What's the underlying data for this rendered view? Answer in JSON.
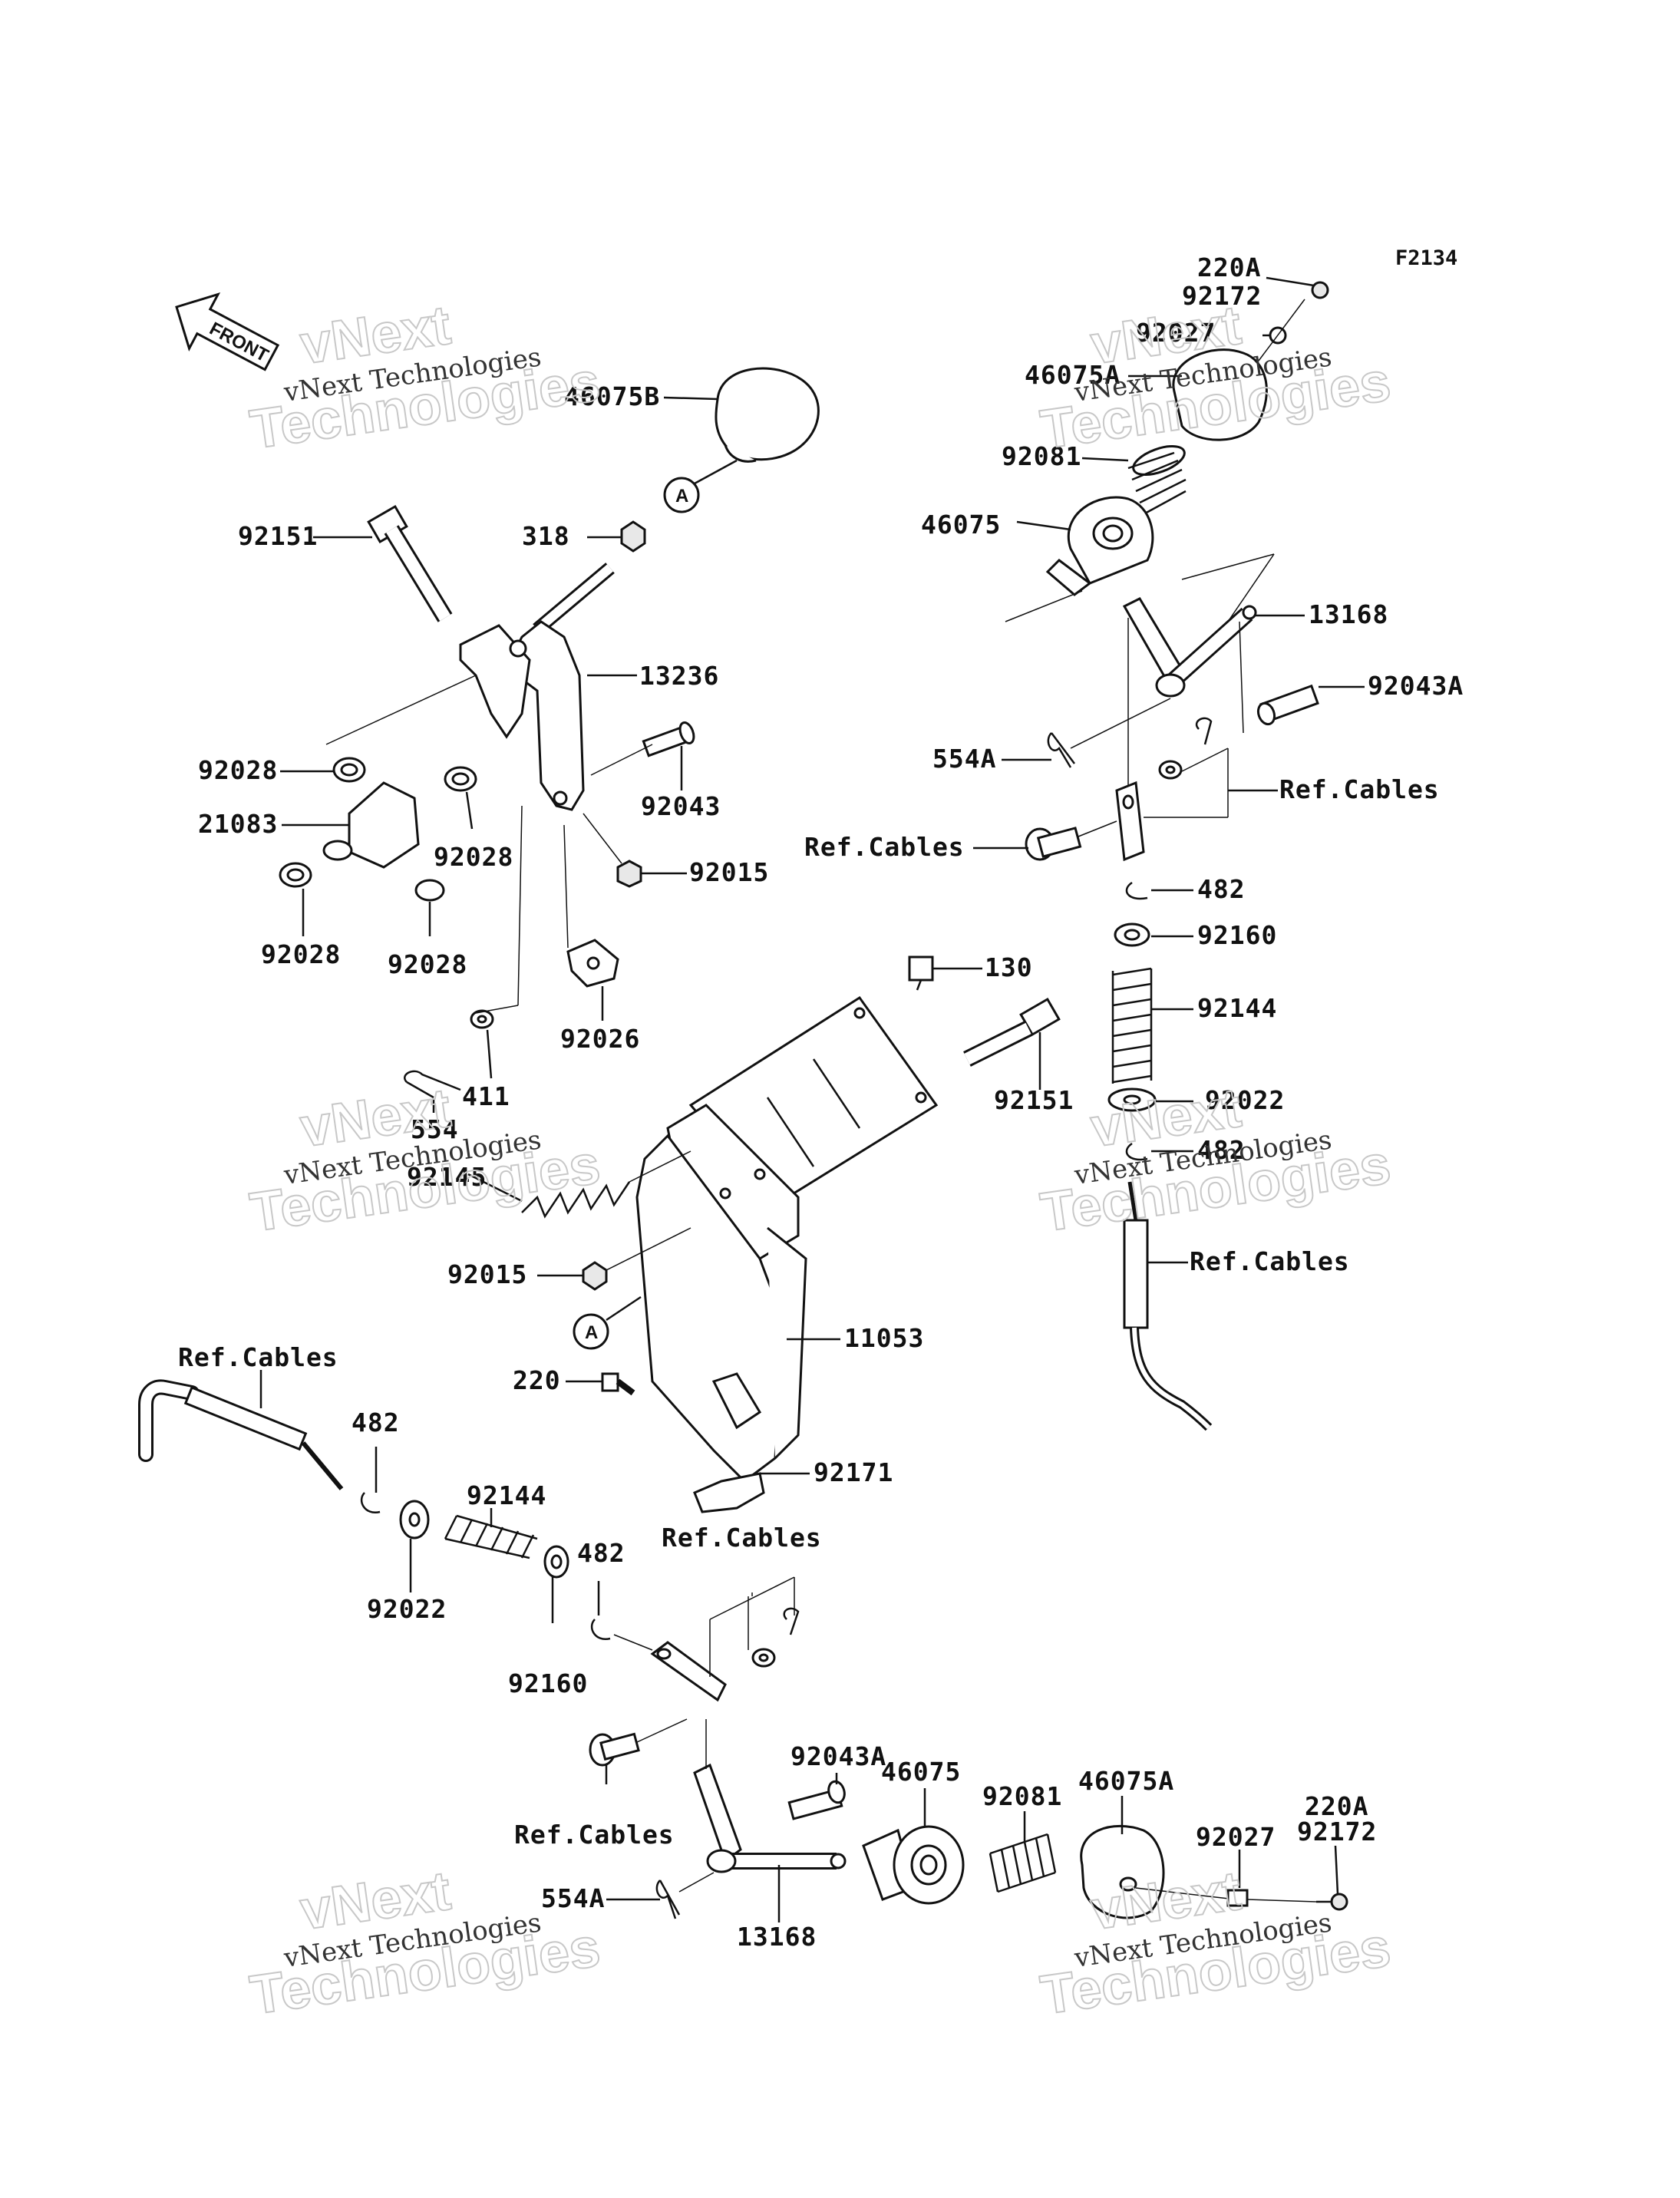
{
  "diagram_code": "F2134",
  "front_label": "FRONT",
  "callout_letter": "A",
  "watermark": {
    "line1": "vNext Technologies",
    "line2": "vNext",
    "line3": "Technologies"
  },
  "labels": {
    "p220A_top": "220A",
    "p92172_top": "92172",
    "p92027_top": "92027",
    "p46075A_top": "46075A",
    "p46075B": "46075B",
    "p92081_top": "92081",
    "p46075_top": "46075",
    "p92151_left": "92151",
    "p318": "318",
    "p13168_top": "13168",
    "p13236": "13236",
    "p92043A_top": "92043A",
    "p554A_top": "554A",
    "refcables_right1": "Ref.Cables",
    "p92028_a": "92028",
    "p21083": "21083",
    "p92043": "92043",
    "refcables_mid": "Ref.Cables",
    "p92028_b": "92028",
    "p92015_top": "92015",
    "p482_r1": "482",
    "p92160_r": "92160",
    "p92028_c": "92028",
    "p92028_d": "92028",
    "p130": "130",
    "p92026": "92026",
    "p92144_r": "92144",
    "p92151_mid": "92151",
    "p411": "411",
    "p554": "554",
    "p92022_r": "92022",
    "p92145": "92145",
    "p482_r2": "482",
    "p92015_mid": "92015",
    "refcables_right2": "Ref.Cables",
    "p11053": "11053",
    "refcables_left": "Ref.Cables",
    "p220": "220",
    "p482_l1": "482",
    "p92171": "92171",
    "p92144_l": "92144",
    "refcables_bottom": "Ref.Cables",
    "p482_l2": "482",
    "p92022_l": "92022",
    "p92160_l": "92160",
    "p92043A_bot": "92043A",
    "p46075_bot": "46075",
    "p92081_bot": "92081",
    "p46075A_bot": "46075A",
    "refcables_bottom2": "Ref.Cables",
    "p220A_bot": "220A",
    "p92027_bot": "92027",
    "p92172_bot": "92172",
    "p554A_bot": "554A",
    "p13168_bot": "13168"
  }
}
